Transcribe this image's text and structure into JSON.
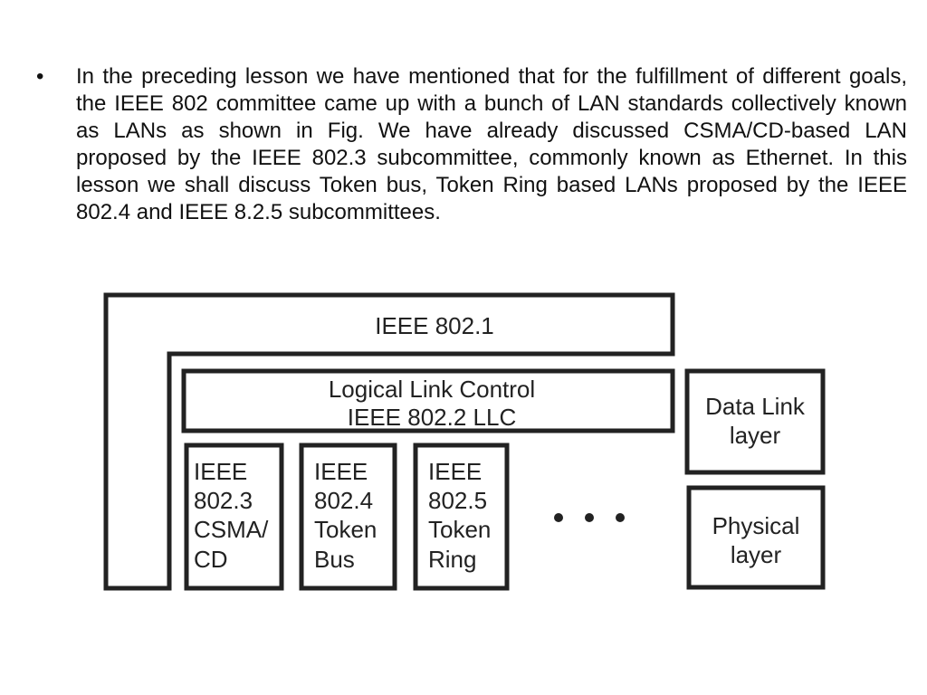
{
  "slide": {
    "bullet_symbol": "•",
    "paragraph": "In the preceding lesson we have mentioned that for the fulfillment of different goals, the IEEE 802 committee came up with a bunch of LAN standards collectively known as LANs as shown in Fig.  We have already discussed CSMA/CD-based LAN proposed by the IEEE 802.3 subcommittee, commonly known as Ethernet. In this lesson we shall discuss Token bus, Token Ring based LANs proposed by the IEEE 802.4 and IEEE 8.2.5 subcommittees."
  },
  "diagram": {
    "ieee_8021": "IEEE 802.1",
    "llc_line1": "Logical Link Control",
    "llc_line2": "IEEE 802.2 LLC",
    "box_8023": [
      "IEEE",
      "802.3",
      "CSMA/",
      "CD"
    ],
    "box_8024": [
      "IEEE",
      "802.4",
      "Token",
      "Bus"
    ],
    "box_8025": [
      "IEEE",
      "802.5",
      "Token",
      "Ring"
    ],
    "data_link": [
      "Data Link",
      "layer"
    ],
    "physical": [
      "Physical",
      "layer"
    ]
  }
}
